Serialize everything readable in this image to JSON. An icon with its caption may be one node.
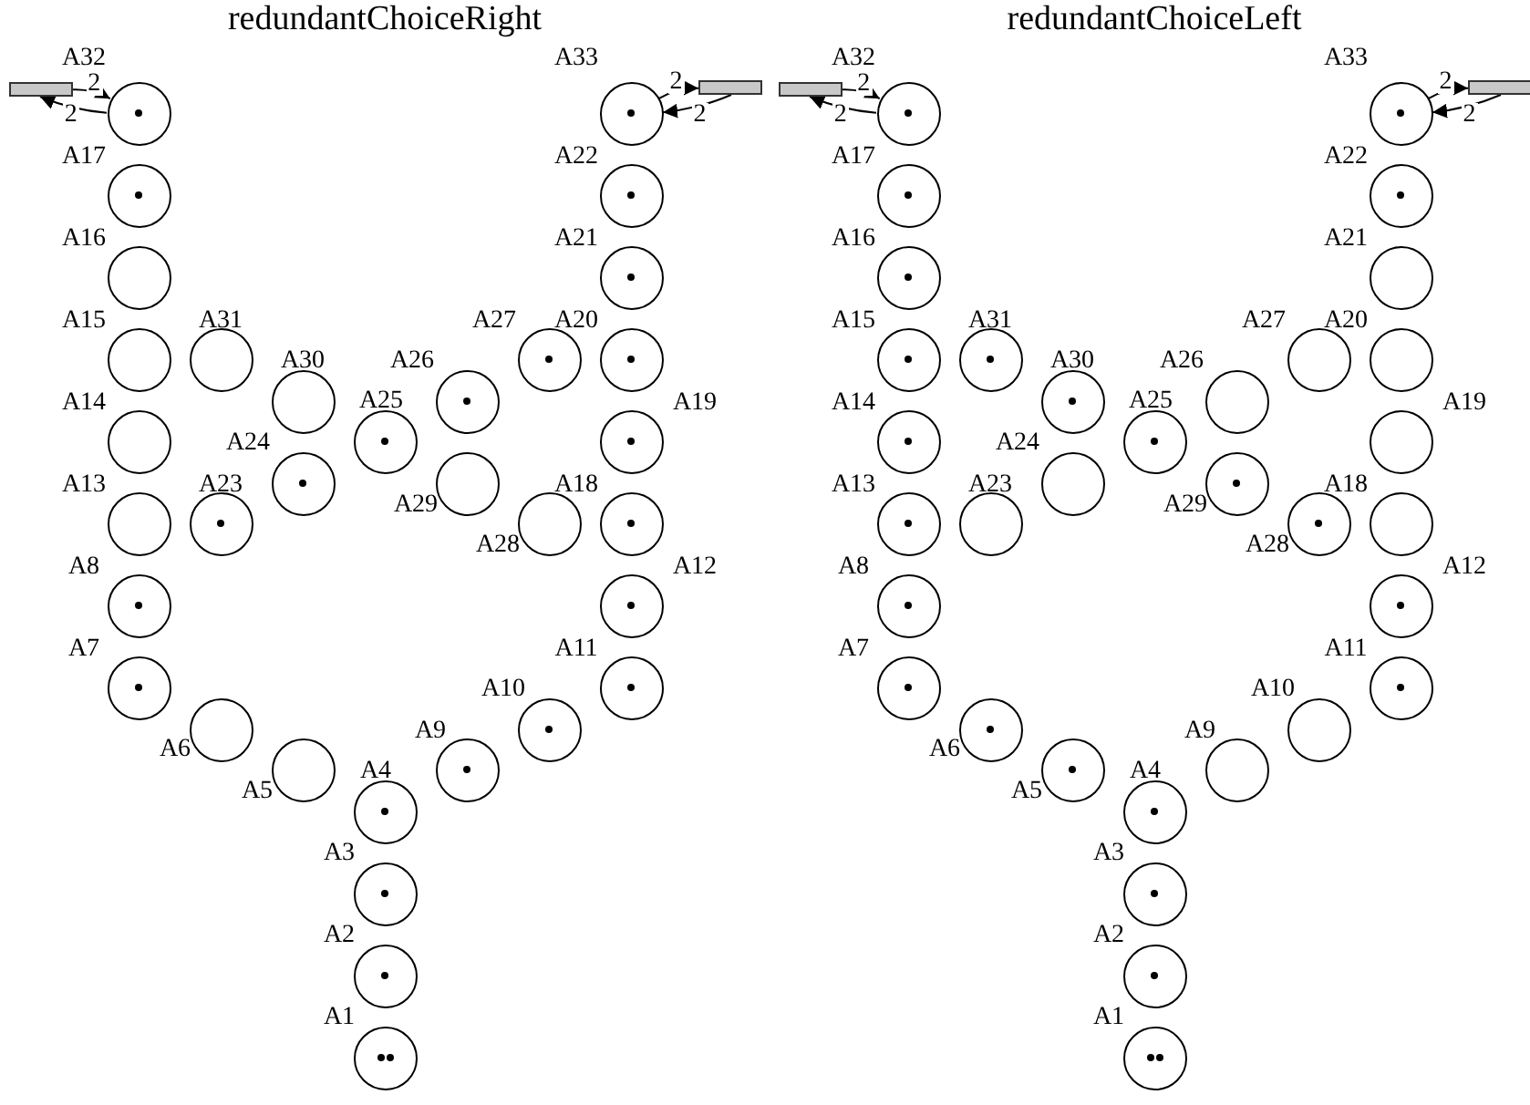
{
  "diagram": {
    "labels": [
      "redundantChoiceRight",
      "redundantChoiceLeft"
    ],
    "nodes": [
      {
        "text": [],
        "shape": "bar"
      },
      {
        "text": [
          "A32"
        ]
      },
      {
        "text": [
          "A33"
        ]
      },
      {
        "text": [],
        "shape": "bar"
      },
      {
        "text": [
          "A17"
        ]
      },
      {
        "text": [
          "A22"
        ]
      },
      {
        "text": [
          "A16"
        ]
      },
      {
        "text": [
          "A21"
        ]
      },
      {
        "text": [
          "A15"
        ]
      },
      {
        "text": [
          "A31"
        ]
      },
      {
        "text": [
          "A27"
        ]
      },
      {
        "text": [
          "A20"
        ]
      },
      {
        "text": [
          "A30"
        ]
      },
      {
        "text": [
          "A26"
        ]
      },
      {
        "text": [
          "A14"
        ]
      },
      {
        "text": [
          "A25"
        ]
      },
      {
        "text": [
          "A19"
        ]
      },
      {
        "text": [
          "A24"
        ]
      },
      {
        "text": [
          "A13"
        ]
      },
      {
        "text": [
          "A23"
        ]
      },
      {
        "text": [
          "A29"
        ]
      },
      {
        "text": [
          "A18"
        ]
      },
      {
        "text": [
          "A8"
        ]
      },
      {
        "text": [
          "A28"
        ]
      },
      {
        "text": [
          "A12"
        ]
      },
      {
        "text": [
          "A7"
        ]
      },
      {
        "text": [
          "A11"
        ]
      },
      {
        "text": [
          "A10"
        ]
      },
      {
        "text": [
          "A6"
        ]
      },
      {
        "text": [
          "A5"
        ]
      },
      {
        "text": [
          "A9"
        ]
      },
      {
        "text": [
          "A4"
        ]
      },
      {
        "text": [
          "A3"
        ]
      },
      {
        "text": [
          "A2"
        ]
      },
      {
        "text": [
          "A1"
        ]
      },
      {
        "text": [],
        "shape": "bar"
      },
      {
        "text": [
          "A32"
        ]
      },
      {
        "text": [
          "A33"
        ]
      },
      {
        "text": [],
        "shape": "bar"
      },
      {
        "text": [
          "A17"
        ]
      },
      {
        "text": [
          "A22"
        ]
      },
      {
        "text": [
          "A16"
        ]
      },
      {
        "text": [
          "A21"
        ]
      },
      {
        "text": [
          "A15"
        ]
      },
      {
        "text": [
          "A31"
        ]
      },
      {
        "text": [
          "A27"
        ]
      },
      {
        "text": [
          "A20"
        ]
      },
      {
        "text": [
          "A30"
        ]
      },
      {
        "text": [
          "A26"
        ]
      },
      {
        "text": [
          "A14"
        ]
      },
      {
        "text": [
          "A25"
        ]
      },
      {
        "text": [
          "A19"
        ]
      },
      {
        "text": [
          "A24"
        ]
      },
      {
        "text": [
          "A13"
        ]
      },
      {
        "text": [
          "A23"
        ]
      },
      {
        "text": [
          "A29"
        ]
      },
      {
        "text": [
          "A18"
        ]
      },
      {
        "text": [
          "A8"
        ]
      },
      {
        "text": [
          "A28"
        ]
      },
      {
        "text": [
          "A12"
        ]
      },
      {
        "text": [
          "A7"
        ]
      },
      {
        "text": [
          "A11"
        ]
      },
      {
        "text": [
          "A10"
        ]
      },
      {
        "text": [
          "A6"
        ]
      },
      {
        "text": [
          "A5"
        ]
      },
      {
        "text": [
          "A9"
        ]
      },
      {
        "text": [
          "A4"
        ]
      },
      {
        "text": [
          "A3"
        ]
      },
      {
        "text": [
          "A2"
        ]
      },
      {
        "text": [
          "A1"
        ]
      }
    ],
    "edges": [
      {
        "from": 0,
        "to": 1,
        "arrow": "to",
        "label": "2"
      },
      {
        "from": 1,
        "to": 0,
        "arrow": "to",
        "label": "2"
      },
      {
        "from": 2,
        "to": 3,
        "arrow": "to",
        "label": "2"
      },
      {
        "from": 3,
        "to": 2,
        "arrow": "to",
        "label": "2"
      },
      {
        "from": 35,
        "to": 36,
        "arrow": "to",
        "label": "2"
      },
      {
        "from": 36,
        "to": 35,
        "arrow": "to",
        "label": "2"
      },
      {
        "from": 37,
        "to": 38,
        "arrow": "to",
        "label": "2"
      },
      {
        "from": 38,
        "to": 37,
        "arrow": "to",
        "label": "2"
      }
    ]
  }
}
